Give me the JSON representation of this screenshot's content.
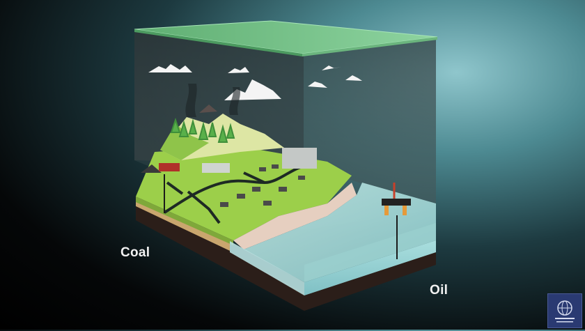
{
  "labels": {
    "coal": "Coal",
    "oil": "Oil"
  },
  "logo": {
    "name": "wmo-emblem",
    "description_visible": false
  },
  "colors": {
    "glass_top": "#6fbf86",
    "land": "#9ccf4a",
    "mountain": "#dde6a4",
    "ocean": "#9fd4d4",
    "background_dark": "#050708",
    "accent_teal": "#8fc6cc"
  }
}
